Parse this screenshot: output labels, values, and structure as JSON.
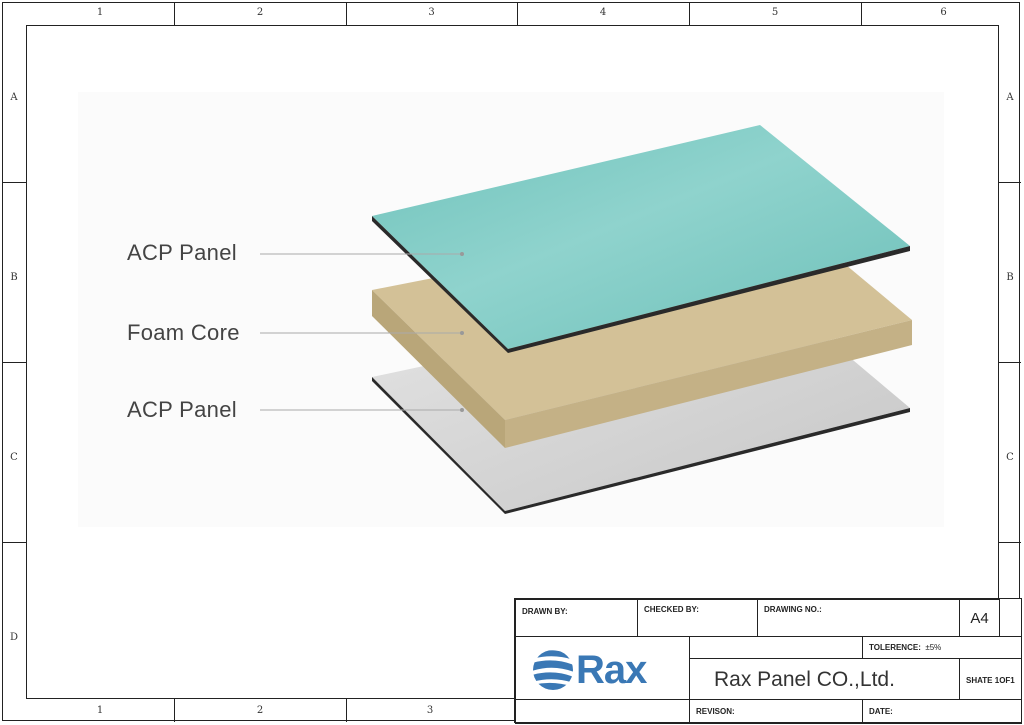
{
  "border": {
    "columns_top": [
      "1",
      "2",
      "3",
      "4",
      "5",
      "6"
    ],
    "columns_bottom": [
      "1",
      "2",
      "3"
    ],
    "rows_left": [
      "A",
      "B",
      "C",
      "D"
    ],
    "rows_right": [
      "A",
      "B",
      "C"
    ]
  },
  "diagram": {
    "labels": [
      "ACP Panel",
      "Foam Core",
      "ACP Panel"
    ],
    "colors": {
      "top_panel": "#7dc9c3",
      "foam": "#cbb88e",
      "bottom_panel": "#d4d4d4",
      "edge": "#2a2a2a"
    }
  },
  "title_block": {
    "drawn_by": "DRAWN BY:",
    "checked_by": "CHECKED BY:",
    "drawing_no": "DRAWING NO.:",
    "size": "A4",
    "tolerance_label": "TOLERENCE:",
    "tolerance_value": "±5%",
    "logo": "Rax",
    "company": "Rax Panel CO.,Ltd.",
    "sheet": "SHATE 1OF1",
    "revision": "REVISON:",
    "date": "DATE:",
    "brand_color": "#3a78b5"
  }
}
